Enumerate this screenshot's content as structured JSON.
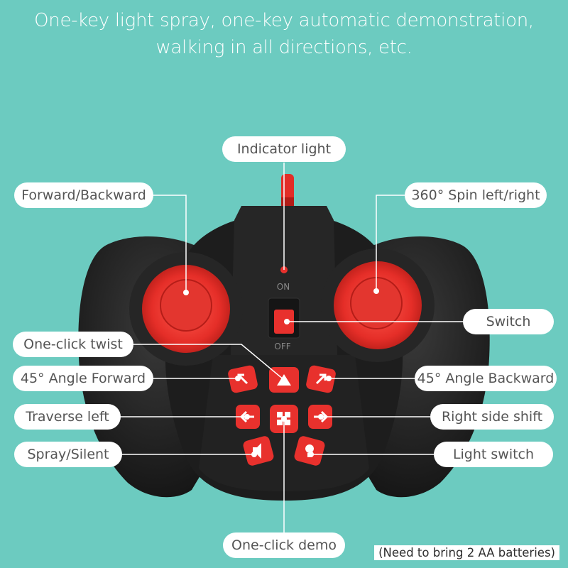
{
  "headline": {
    "line1": "One-key light spray, one-key automatic demonstration,",
    "line2": "walking in all directions, etc."
  },
  "callouts": {
    "indicator_light": "Indicator light",
    "forward_backward": "Forward/Backward",
    "spin": "360° Spin left/right",
    "switch": "Switch",
    "one_click_twist": "One-click twist",
    "angle_forward": "45° Angle Forward",
    "angle_backward": "45° Angle Backward",
    "traverse_left": "Traverse left",
    "right_side_shift": "Right side shift",
    "spray_silent": "Spray/Silent",
    "light_switch": "Light switch",
    "one_click_demo": "One-click demo"
  },
  "remote": {
    "switch_on": "ON",
    "switch_off": "OFF"
  },
  "note": "(Need to bring 2 AA batteries)",
  "colors": {
    "background": "#6ccbc0",
    "controller_body": "#1b1b1b",
    "accent_red": "#e8312d",
    "label_text": "#555555"
  }
}
